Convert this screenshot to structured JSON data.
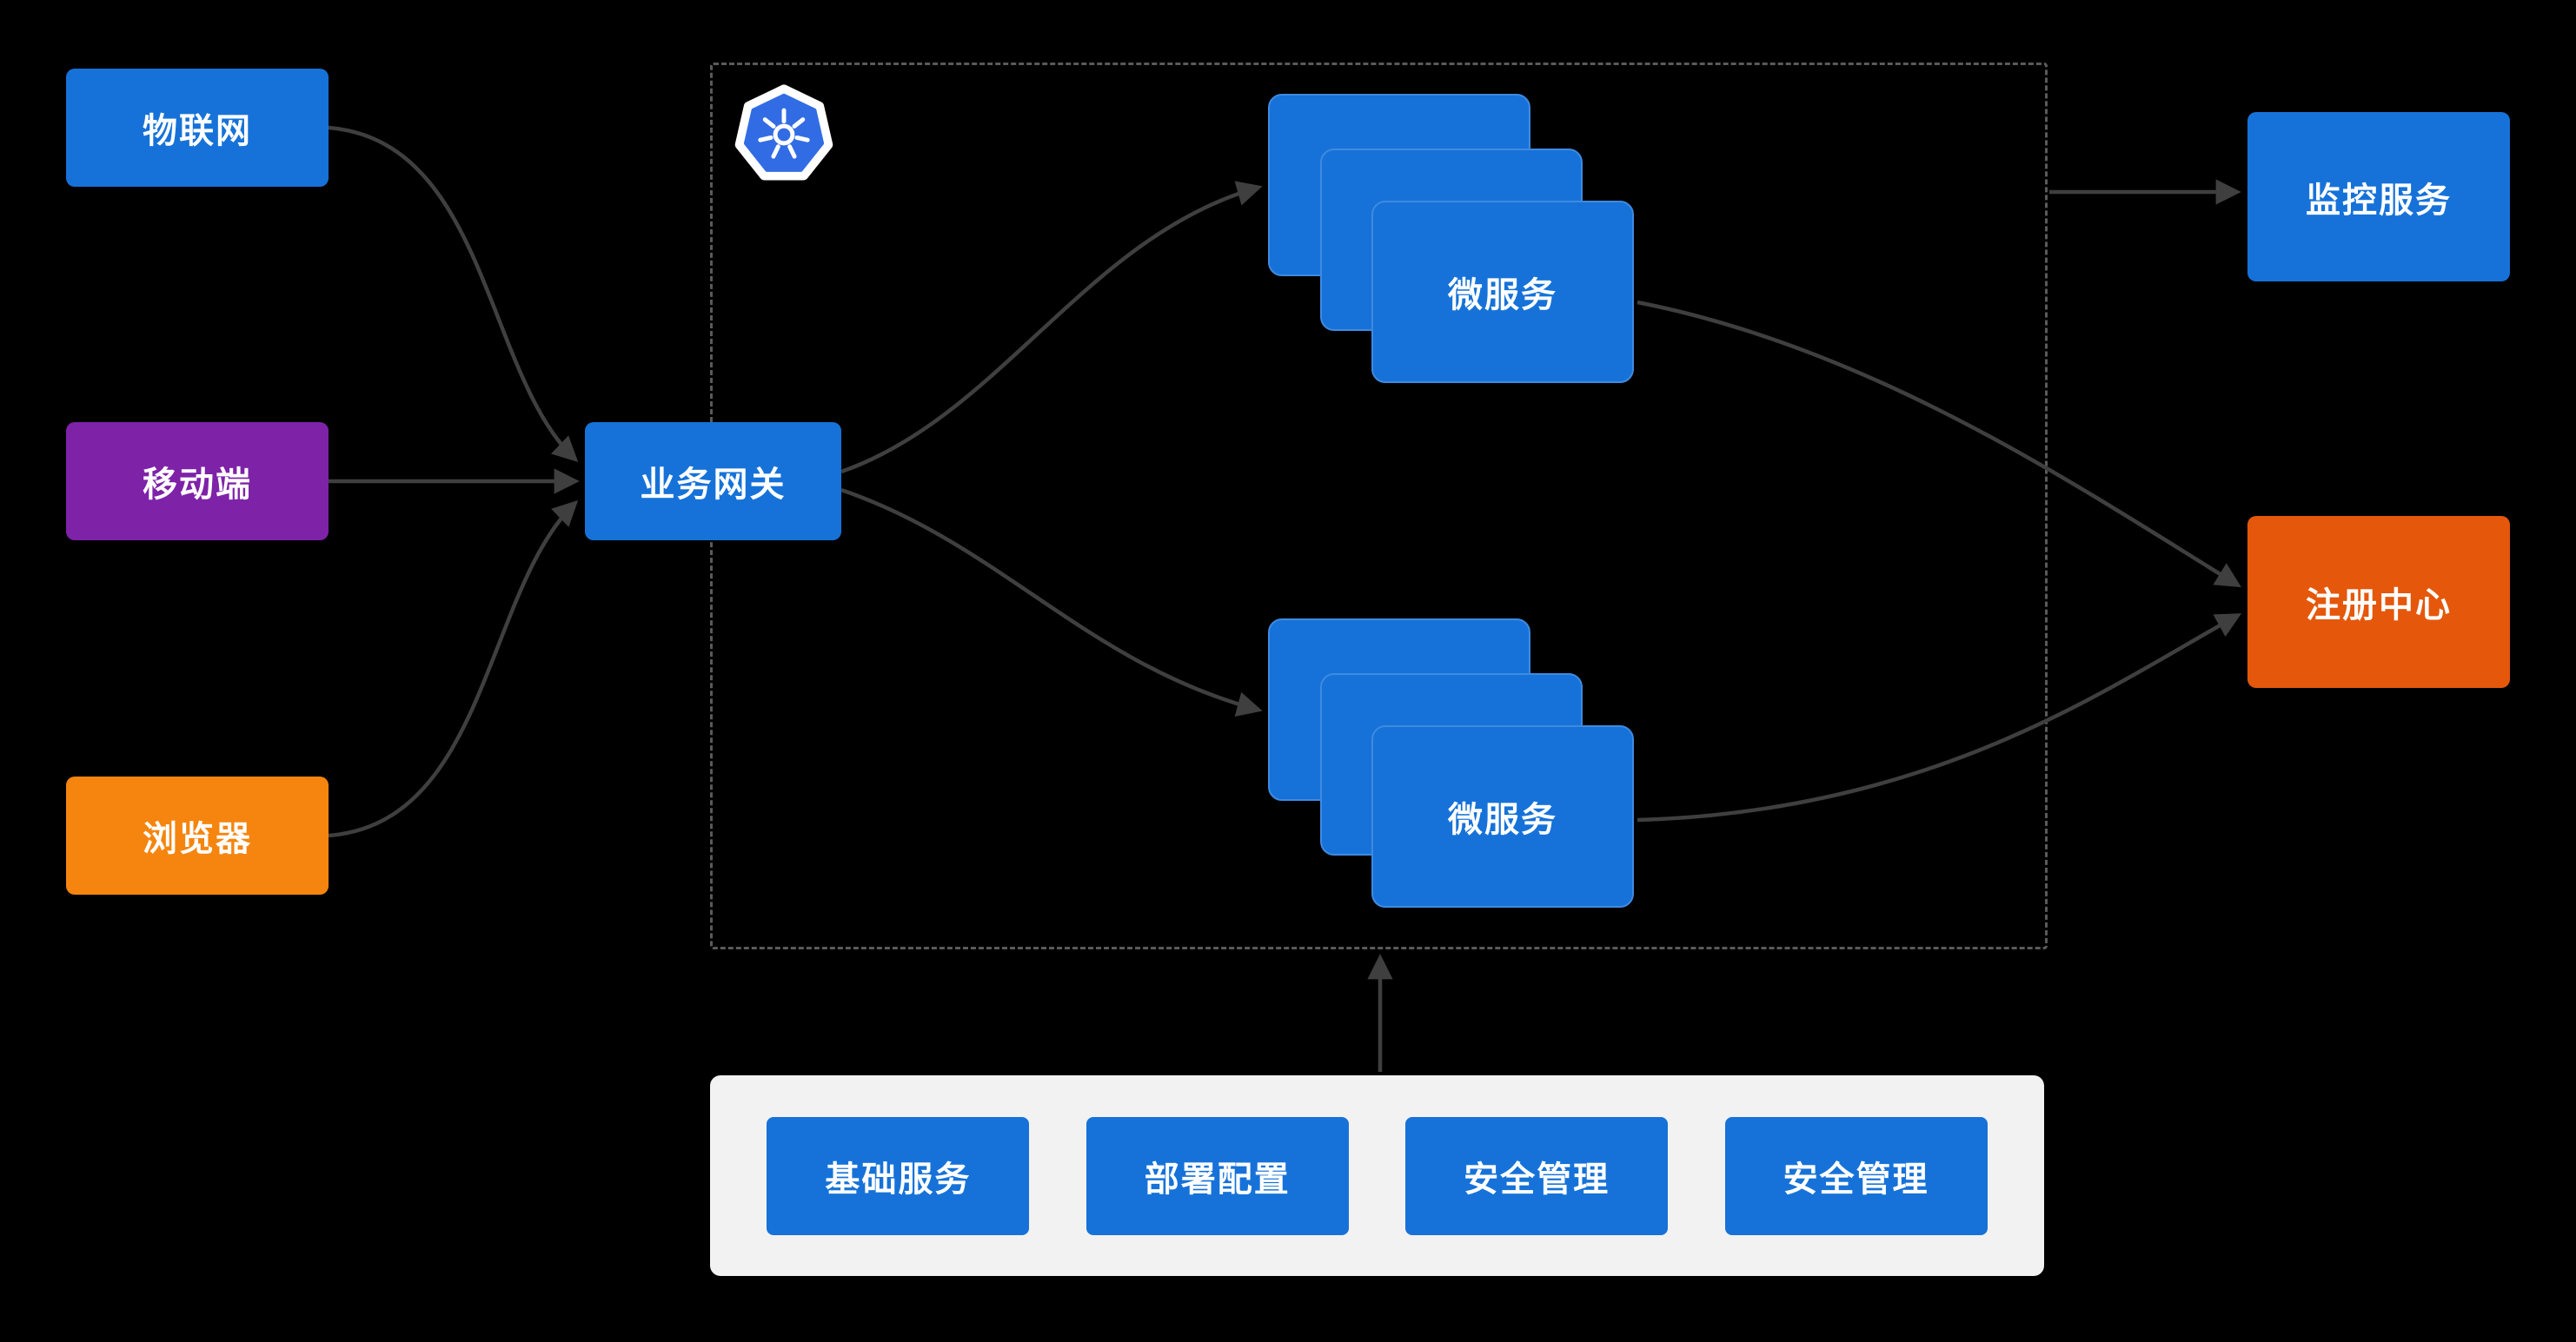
{
  "colors": {
    "background": "#000000",
    "blue": "#1672d8",
    "purple": "#7e22a8",
    "orange": "#f5850e",
    "orange_red": "#e5570b",
    "arrow": "#3f3f3f",
    "cluster_border": "#5a5a5a",
    "panel_bg": "#f2f2f2",
    "card_border": "#3f8ae0",
    "k8s_blue": "#326ce5"
  },
  "nodes": {
    "iot": {
      "label": "物联网"
    },
    "mobile": {
      "label": "移动端"
    },
    "browser": {
      "label": "浏览器"
    },
    "gateway": {
      "label": "业务网关"
    },
    "microservice_top": {
      "label": "微服务"
    },
    "microservice_bottom": {
      "label": "微服务"
    },
    "monitoring": {
      "label": "监控服务"
    },
    "registry": {
      "label": "注册中心"
    }
  },
  "cluster": {
    "icon": "kubernetes-icon"
  },
  "bottom_panel": {
    "items": [
      {
        "label": "基础服务"
      },
      {
        "label": "部署配置"
      },
      {
        "label": "安全管理"
      },
      {
        "label": "安全管理"
      }
    ]
  }
}
